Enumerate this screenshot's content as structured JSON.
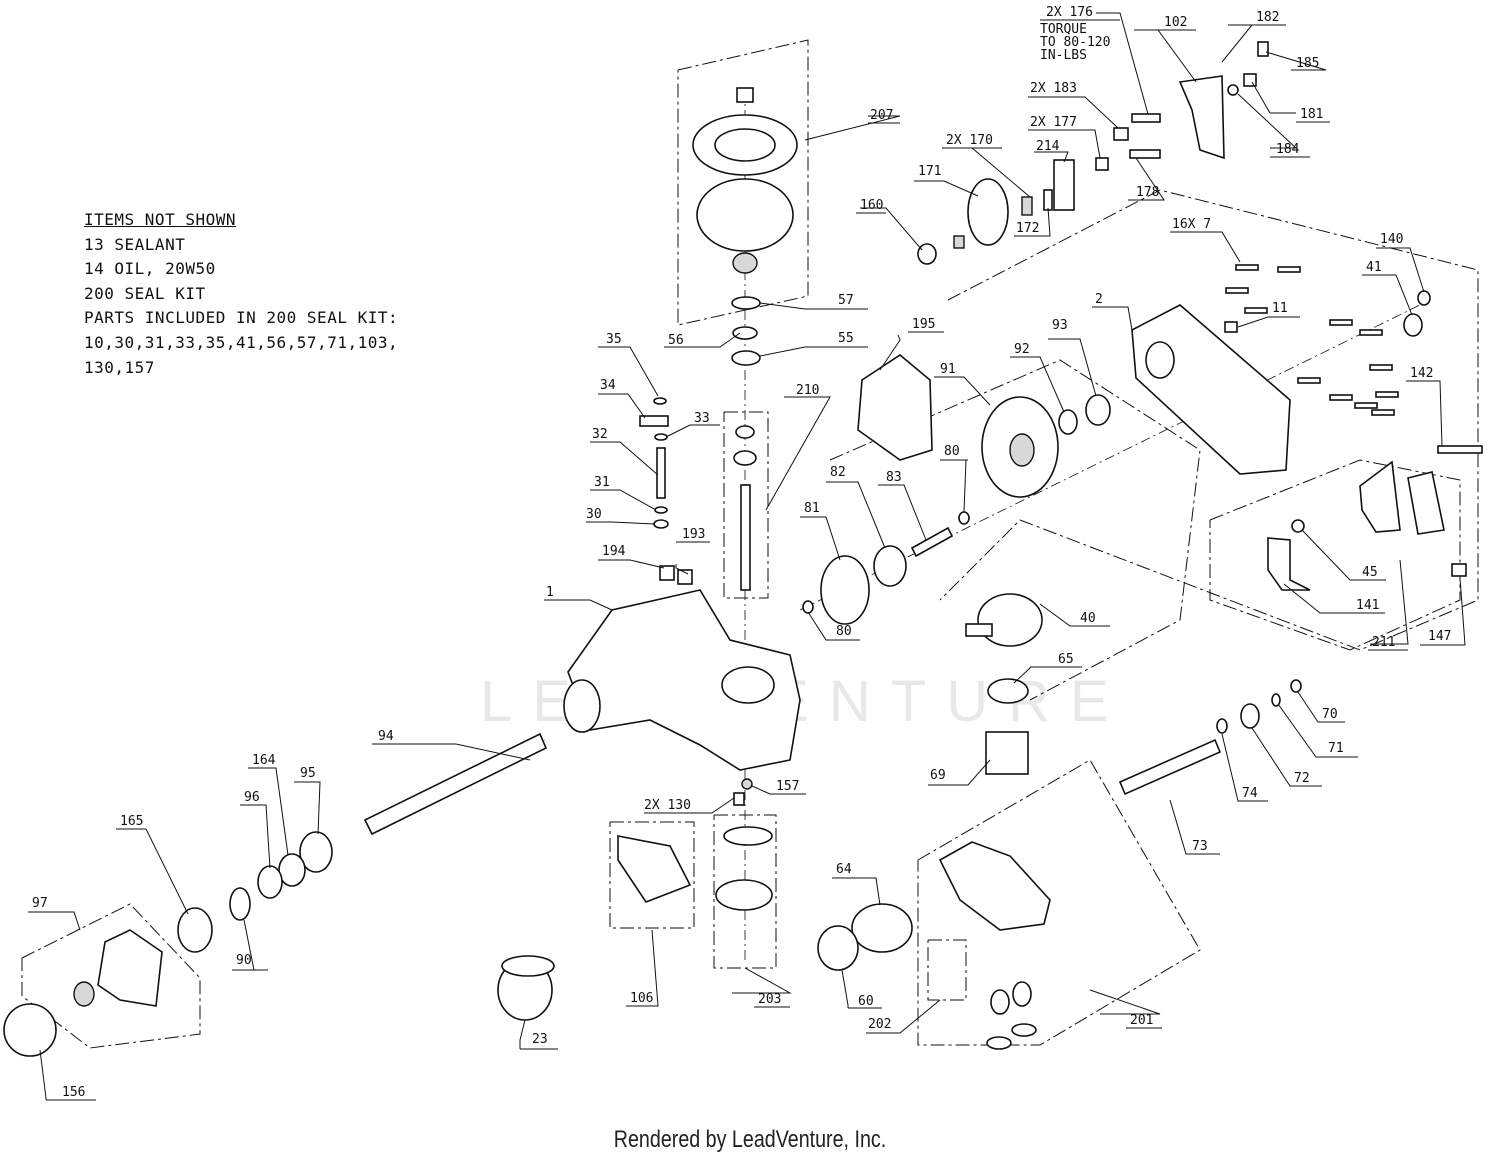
{
  "notes": {
    "heading": "ITEMS NOT SHOWN",
    "lines": [
      "13 SEALANT",
      "14 OIL, 20W50",
      "200 SEAL KIT",
      "",
      "PARTS INCLUDED IN 200 SEAL KIT:",
      "10,30,31,33,35,41,56,57,71,103,",
      "130,157"
    ]
  },
  "footer": "Rendered by LeadVenture, Inc.",
  "watermark": "LEADVENTURE",
  "callouts": [
    {
      "t": "1"
    },
    {
      "t": "2"
    },
    {
      "t": "11"
    },
    {
      "t": "16X 7"
    },
    {
      "t": "23"
    },
    {
      "t": "2X 130"
    },
    {
      "t": "30"
    },
    {
      "t": "31"
    },
    {
      "t": "32"
    },
    {
      "t": "33"
    },
    {
      "t": "34"
    },
    {
      "t": "35"
    },
    {
      "t": "40"
    },
    {
      "t": "41"
    },
    {
      "t": "45"
    },
    {
      "t": "55"
    },
    {
      "t": "56"
    },
    {
      "t": "57"
    },
    {
      "t": "60"
    },
    {
      "t": "64"
    },
    {
      "t": "65"
    },
    {
      "t": "69"
    },
    {
      "t": "70"
    },
    {
      "t": "71"
    },
    {
      "t": "72"
    },
    {
      "t": "73"
    },
    {
      "t": "74"
    },
    {
      "t": "80"
    },
    {
      "t": "80"
    },
    {
      "t": "81"
    },
    {
      "t": "82"
    },
    {
      "t": "83"
    },
    {
      "t": "90"
    },
    {
      "t": "91"
    },
    {
      "t": "92"
    },
    {
      "t": "93"
    },
    {
      "t": "94"
    },
    {
      "t": "95"
    },
    {
      "t": "96"
    },
    {
      "t": "97"
    },
    {
      "t": "102"
    },
    {
      "t": "106"
    },
    {
      "t": "140"
    },
    {
      "t": "141"
    },
    {
      "t": "142"
    },
    {
      "t": "147"
    },
    {
      "t": "156"
    },
    {
      "t": "157"
    },
    {
      "t": "160"
    },
    {
      "t": "164"
    },
    {
      "t": "165"
    },
    {
      "t": "2X 170"
    },
    {
      "t": "171"
    },
    {
      "t": "172"
    },
    {
      "t": "2X 176"
    },
    {
      "t": "TORQUE"
    },
    {
      "t": "TO 80-120"
    },
    {
      "t": "IN-LBS"
    },
    {
      "t": "2X 177"
    },
    {
      "t": "178"
    },
    {
      "t": "181"
    },
    {
      "t": "182"
    },
    {
      "t": "2X 183"
    },
    {
      "t": "184"
    },
    {
      "t": "185"
    },
    {
      "t": "193"
    },
    {
      "t": "194"
    },
    {
      "t": "195"
    },
    {
      "t": "201"
    },
    {
      "t": "202"
    },
    {
      "t": "203"
    },
    {
      "t": "207"
    },
    {
      "t": "210"
    },
    {
      "t": "211"
    },
    {
      "t": "214"
    }
  ]
}
